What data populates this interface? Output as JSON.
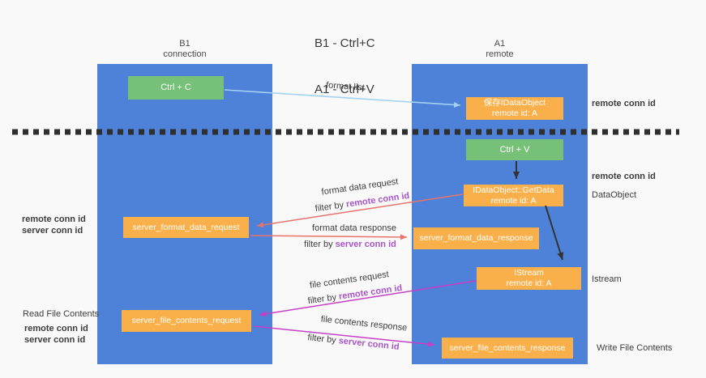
{
  "title": {
    "line1": "B1 - Ctrl+C",
    "line2": "A1 - Ctrl+V"
  },
  "columns": {
    "left": {
      "header_line1": "B1",
      "header_line2": "connection"
    },
    "right": {
      "header_line1": "A1",
      "header_line2": "remote"
    }
  },
  "boxes": {
    "ctrl_c": "Ctrl + C",
    "ctrl_v": "Ctrl + V",
    "save_idataobject": {
      "line1": "保存IDataObject",
      "line2": "remote id: A"
    },
    "getdata": {
      "line1": "IDataObject::GetData",
      "line2": "remote id: A"
    },
    "istream": {
      "line1": "IStream",
      "line2": "remote id: A"
    },
    "server_format_data_request": "server_format_data_request",
    "server_format_data_response": "server_format_data_response",
    "server_file_contents_request": "server_file_contents_request",
    "server_file_contents_response": "server_file_contents_response"
  },
  "side_labels": {
    "remote_conn_id_top": "remote conn id",
    "remote_conn_id_mid": "remote conn id",
    "dataobject": "DataObject",
    "istream": "Istream",
    "write_file_contents": "Write File Contents",
    "read_file_contents": "Read File Contents",
    "left_group_format": {
      "remote": "remote conn id",
      "server": "server conn id"
    },
    "left_group_file": {
      "remote": "remote conn id",
      "server": "server conn id"
    }
  },
  "arrow_labels": {
    "format_list": "format list",
    "fmt_req": {
      "text": "format data request"
    },
    "fmt_req_filter": {
      "prefix": "filter by ",
      "value": "remote conn id"
    },
    "fmt_resp": {
      "text": "format data response"
    },
    "fmt_resp_filter": {
      "prefix": "filter by ",
      "value": "server conn id"
    },
    "file_req": {
      "text": "file contents request"
    },
    "file_req_filter": {
      "prefix": "filter by ",
      "value": "remote conn id"
    },
    "file_resp": {
      "text": "file contents response"
    },
    "file_resp_filter": {
      "prefix": "filter by ",
      "value": "server conn id"
    }
  },
  "colors": {
    "background": "#f9f9f9",
    "column_blue": "#4e81d8",
    "box_orange": "#f9b04a",
    "box_green": "#76c078",
    "text_purple": "#a855c8",
    "text_green": "#55b362",
    "arrow_red": "#e8736d",
    "arrow_magenta": "#c73fc7",
    "arrow_lightblue": "#a5d2f2",
    "arrow_black": "#333333",
    "dashed_divider": "#2f2f2f"
  }
}
